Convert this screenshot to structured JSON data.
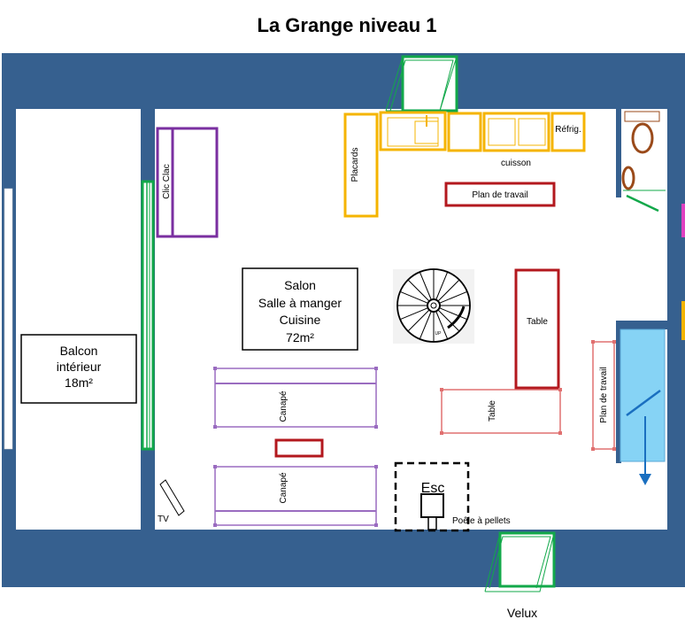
{
  "title": "La Grange niveau 1",
  "colors": {
    "wall": "#36608f",
    "window": "#12a84a",
    "kitchen": "#f5b400",
    "furniture_red": "#b3181e",
    "purple": "#7a2fa0",
    "sofa": "#9a6cc0",
    "shower": "#86d3f5",
    "shower_arrow": "#1a6fc0",
    "wc": "#9a4a1a"
  },
  "rooms": {
    "balcon": {
      "line1": "Balcon",
      "line2": "intérieur",
      "line3": "18m²"
    },
    "salon": {
      "line1": "Salon",
      "line2": "Salle à manger",
      "line3": "Cuisine",
      "line4": "72m²"
    }
  },
  "labels": {
    "clic_clac": "Clic Clac",
    "placards": "Placards",
    "refrig": "Réfrig.",
    "cuisson": "cuisson",
    "plan_travail_top": "Plan de travail",
    "plan_travail_right": "Plan de travail",
    "table_right": "Table",
    "table_bottom": "Table",
    "canape_1": "Canapé",
    "canape_2": "Canapé",
    "tv": "TV",
    "esc": "Esc",
    "poele": "Poêle à pellets",
    "velux": "Velux",
    "stair_up": "UP"
  }
}
